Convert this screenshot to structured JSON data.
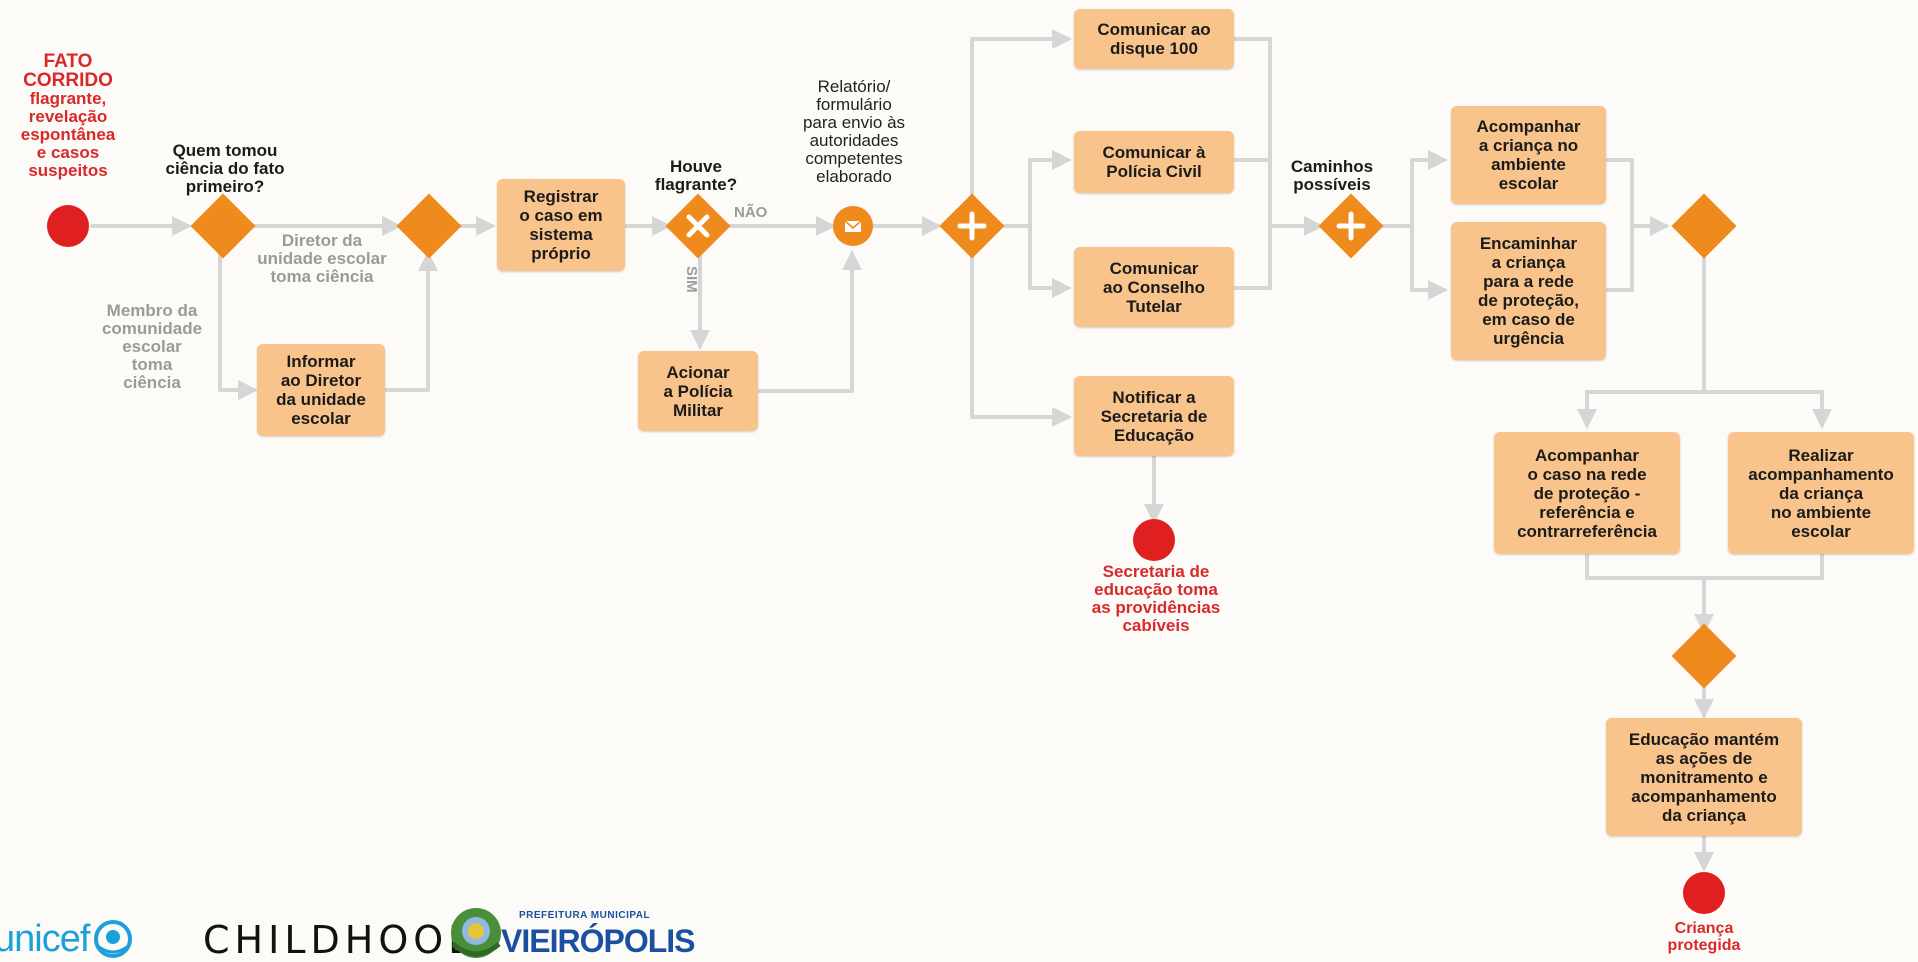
{
  "start_event": {
    "title": "FATO\nCORRIDO",
    "subtitle": "flagrante,\nrevelação\nespontânea\ne casos\nsuspeitos"
  },
  "questions": {
    "who_first": "Quem tomou\nciência do fato\nprimeiro?",
    "flagrant": "Houve\nflagrante?",
    "paths": "Caminhos\npossíveis"
  },
  "branch_labels": {
    "director": "Diretor da\nunidade escolar\ntoma ciência",
    "member": "Membro da\ncomunidade\nescolar\ntoma\nciência",
    "no": "NÃO",
    "yes": "SIM"
  },
  "report_label": "Relatório/\nformulário\npara envio às\nautoridades\ncompetentes\nelaborado",
  "tasks": {
    "inform_director": "Informar\nao Diretor\nda unidade\nescolar",
    "register": "Registrar\no caso em\nsistema\npróprio",
    "police_military": "Acionar\na Polícia\nMilitar",
    "disque100": "Comunicar ao\ndisque 100",
    "policia_civil": "Comunicar à\nPolícia Civil",
    "conselho": "Comunicar\nao Conselho\nTutelar",
    "secretaria": "Notificar a\nSecretaria de\nEducação",
    "acompanhar_escola": "Acompanhar\na criança no\nambiente\nescolar",
    "encaminhar": "Encaminhar\na criança\npara a rede\nde proteção,\nem caso de\nurgência",
    "acompanhar_rede": "Acompanhar\no caso na rede\nde proteção -\nreferência e\ncontrarreferência",
    "realizar": "Realizar\nacompanhamento\nda criança\nno ambiente\nescolar",
    "educacao": "Educação mantém\nas ações de\nmonitramento e\nacompanhamento\nda criança"
  },
  "end_events": {
    "secretaria": "Secretaria de\neducação toma\nas providências\ncabíveis",
    "protected": "Criança\nprotegida"
  },
  "logos": {
    "unicef": "unicef",
    "childhood": "CHILDHOOD",
    "prefeitura_top": "PREFEITURA MUNICIPAL",
    "prefeitura_name": "VIEIRÓPOLIS"
  },
  "colors": {
    "task_fill": "#f8c48b",
    "gateway": "#ef8a1c",
    "event": "#e02020",
    "connector": "#d6d6d6",
    "end_text": "#d82a2a",
    "branch_text": "#9a9a9a",
    "unicef_blue": "#1ca0dc",
    "prefeitura_blue": "#1b4fa0"
  },
  "icons": {
    "gateway_exclusive": "x-gateway-icon",
    "gateway_parallel": "plus-gateway-icon",
    "message_event": "envelope-icon"
  }
}
